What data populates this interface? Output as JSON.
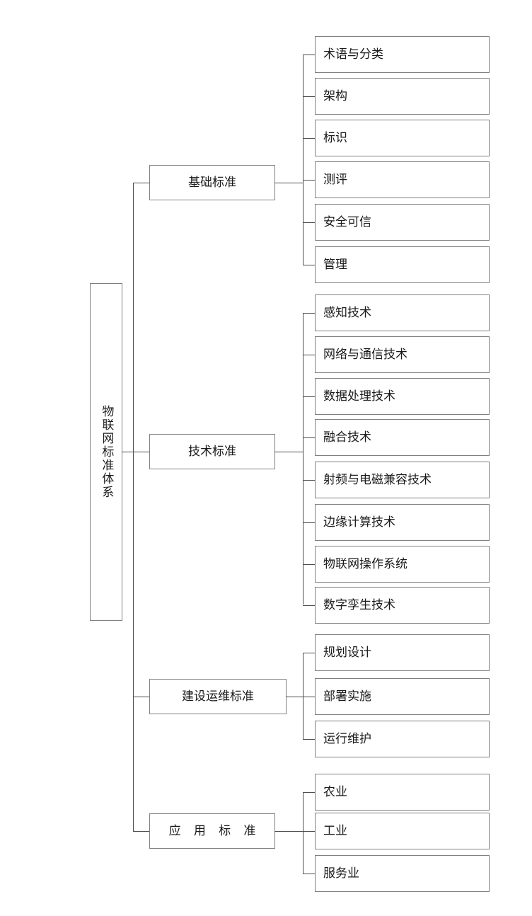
{
  "diagram": {
    "title": "物联网标准体系",
    "type": "tree",
    "orientation": "left-to-right",
    "colors": {
      "box_border": "#808080",
      "edge": "#4d4d4d",
      "text": "#1a1a1a",
      "background": "#ffffff"
    },
    "root": {
      "label": "物联网标准体系",
      "orientation": "vertical-text"
    },
    "branches": [
      {
        "label": "基础标准",
        "leaves": [
          {
            "label": "术语与分类"
          },
          {
            "label": "架构"
          },
          {
            "label": "标识"
          },
          {
            "label": "测评"
          },
          {
            "label": "安全可信"
          },
          {
            "label": "管理"
          }
        ]
      },
      {
        "label": "技术标准",
        "leaves": [
          {
            "label": "感知技术"
          },
          {
            "label": "网络与通信技术"
          },
          {
            "label": "数据处理技术"
          },
          {
            "label": "融合技术"
          },
          {
            "label": "射频与电磁兼容技术"
          },
          {
            "label": "边缘计算技术"
          },
          {
            "label": "物联网操作系统"
          },
          {
            "label": "数字孪生技术"
          }
        ]
      },
      {
        "label": "建设运维标准",
        "leaves": [
          {
            "label": "规划设计"
          },
          {
            "label": "部署实施"
          },
          {
            "label": "运行维护"
          }
        ]
      },
      {
        "label": "应 用 标 准",
        "leaves": [
          {
            "label": "农业"
          },
          {
            "label": "工业"
          },
          {
            "label": "服务业"
          }
        ]
      }
    ]
  }
}
